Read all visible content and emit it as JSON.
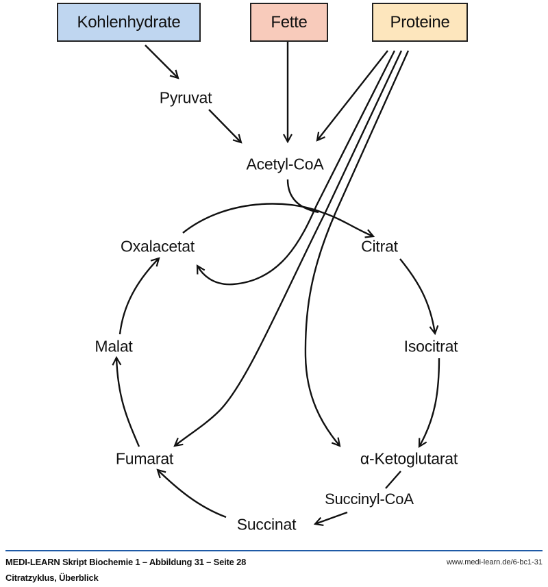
{
  "sources": [
    {
      "id": "kohlenhydrate",
      "label": "Kohlenhydrate",
      "color": "#bfd6f0"
    },
    {
      "id": "fette",
      "label": "Fette",
      "color": "#f8cbbb"
    },
    {
      "id": "proteine",
      "label": "Proteine",
      "color": "#fde6bd"
    }
  ],
  "intermediates": {
    "pyruvat": "Pyruvat",
    "acetyl_coa": "Acetyl-CoA"
  },
  "cycle": {
    "oxalacetat": "Oxalacetat",
    "citrat": "Citrat",
    "isocitrat": "Isocitrat",
    "alpha_ketoglutarat": "α-Ketoglutarat",
    "succinyl_coa": "Succinyl-CoA",
    "succinat": "Succinat",
    "fumarat": "Fumarat",
    "malat": "Malat"
  },
  "edges": [
    {
      "from": "Kohlenhydrate",
      "to": "Pyruvat"
    },
    {
      "from": "Pyruvat",
      "to": "Acetyl-CoA"
    },
    {
      "from": "Fette",
      "to": "Acetyl-CoA"
    },
    {
      "from": "Proteine",
      "to": "Acetyl-CoA"
    },
    {
      "from": "Proteine",
      "to": "Oxalacetat"
    },
    {
      "from": "Proteine",
      "to": "Fumarat"
    },
    {
      "from": "Proteine",
      "to": "α-Ketoglutarat"
    },
    {
      "from": "Acetyl-CoA",
      "to": "Citrat"
    },
    {
      "from": "Oxalacetat",
      "to": "Citrat"
    },
    {
      "from": "Citrat",
      "to": "Isocitrat"
    },
    {
      "from": "Isocitrat",
      "to": "α-Ketoglutarat"
    },
    {
      "from": "α-Ketoglutarat",
      "to": "Succinyl-CoA"
    },
    {
      "from": "Succinyl-CoA",
      "to": "Succinat"
    },
    {
      "from": "Succinat",
      "to": "Fumarat"
    },
    {
      "from": "Fumarat",
      "to": "Malat"
    },
    {
      "from": "Malat",
      "to": "Oxalacetat"
    }
  ],
  "footer": {
    "title": "MEDI-LEARN Skript Biochemie 1 – Abbildung 31 – Seite 28",
    "subtitle": "Citratzyklus, Überblick",
    "url": "www.medi-learn.de/6-bc1-31",
    "rule_color": "#1f5aa6"
  }
}
